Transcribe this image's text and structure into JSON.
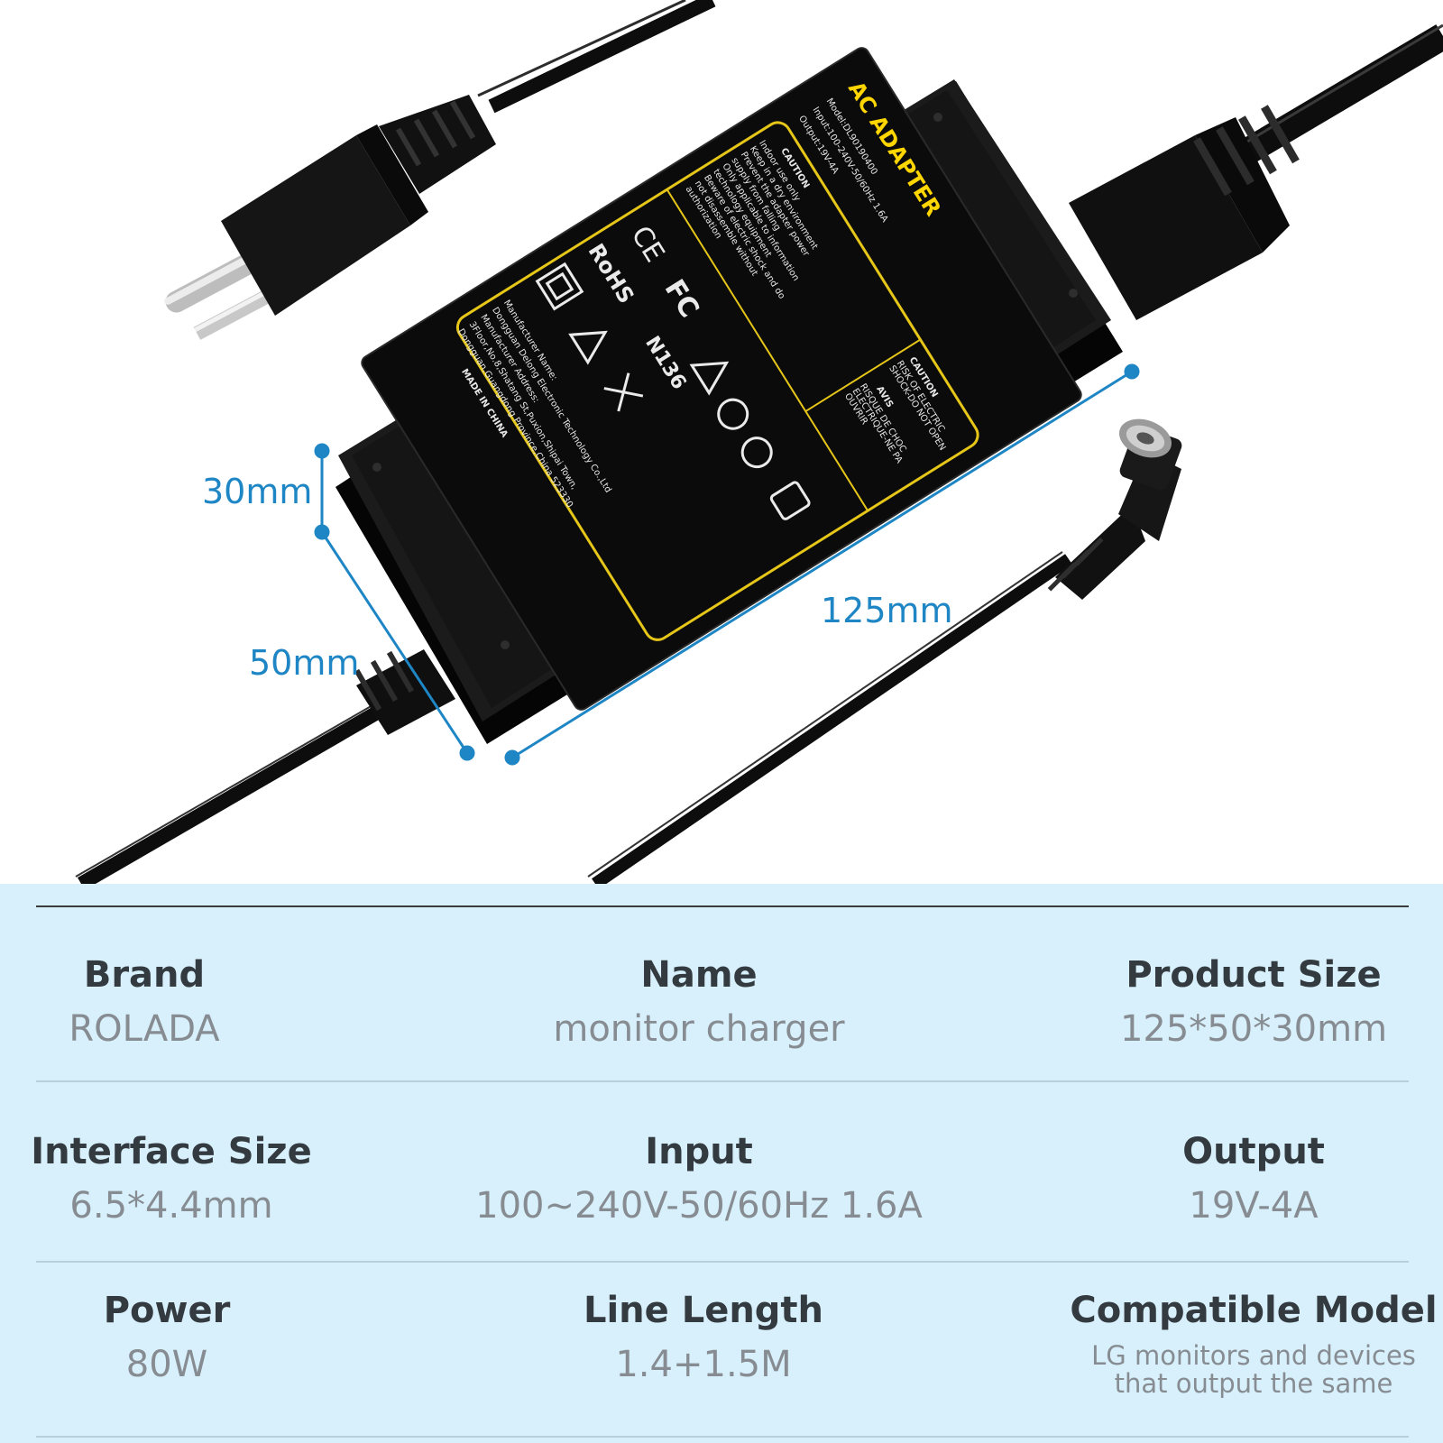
{
  "product_photo": {
    "label": {
      "title": "AC ADAPTER",
      "model": "Model:DL90190400",
      "input": "Input:100-240V-50/60Hz  1.6A",
      "output": "Output:19V-4A",
      "caution_title": "CAUTION",
      "caution_lines": [
        "Indoor use only",
        "Keep in a dry environment",
        "Prevent the adapter power",
        "supply from falling",
        "Only applicable to information",
        "technology equipment",
        "Beware of electric shock and do",
        "not disassemble without",
        "authorization"
      ],
      "caution2_title": "CAUTION",
      "caution2_lines": [
        "RISK OF ELECTRIC",
        "SHOCK-DO NOT OPEN"
      ],
      "avis_title": "AVIS",
      "avis_lines": [
        "RISQUE DE CHOC",
        "ELECTRIQUE-NE PA",
        "OUVRIR"
      ],
      "marks": [
        "CE",
        "FC",
        "RoHS",
        "N136"
      ],
      "manufacturer_lines": [
        "Manufacturer Name:",
        "Dongguan Delong Electronic Technology Co.,Ltd",
        "Manufacturer Address:",
        "3Floor,No.8,Shatang St,Puxion,Shipai Town,",
        "Dongguan,Guangdong Province,China 523330",
        "MADE IN CHINA"
      ]
    },
    "dimensions": {
      "height": "30mm",
      "width": "50mm",
      "length": "125mm"
    },
    "colors": {
      "adapter_body": "#141414",
      "label_border": "#e6c619",
      "dimension_line": "#1e86c4"
    }
  },
  "specs": {
    "rows": [
      [
        {
          "label": "Brand",
          "value": "ROLADA"
        },
        {
          "label": "Name",
          "value": "monitor charger"
        },
        {
          "label": "Product Size",
          "value": "125*50*30mm"
        }
      ],
      [
        {
          "label": "Interface Size",
          "value": "6.5*4.4mm"
        },
        {
          "label": "Input",
          "value": "100~240V-50/60Hz 1.6A"
        },
        {
          "label": "Output",
          "value": "19V-4A"
        }
      ],
      [
        {
          "label": "Power",
          "value": "80W"
        },
        {
          "label": "Line Length",
          "value": "1.4+1.5M"
        },
        {
          "label": "Compatible Model",
          "value_lines": [
            "LG monitors and devices",
            "that output the same"
          ]
        }
      ]
    ],
    "colors": {
      "panel_bg": "#d8f0fb",
      "label_text": "#333a40",
      "value_text": "#868c92"
    }
  }
}
